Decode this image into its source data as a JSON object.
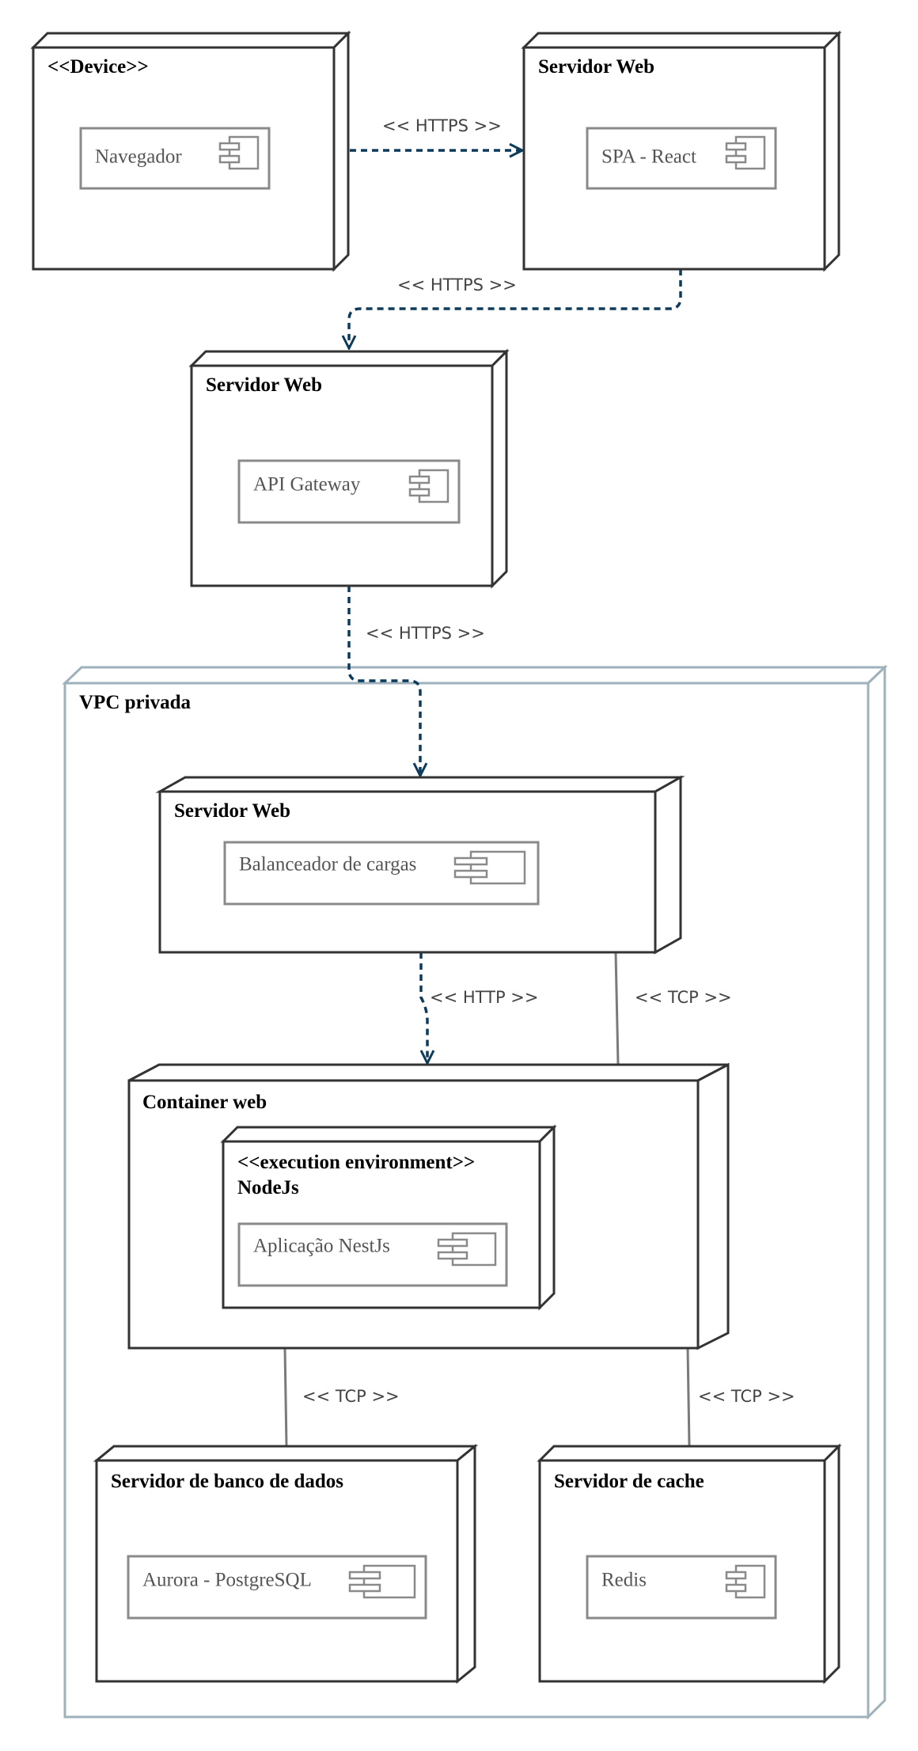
{
  "colors": {
    "node_stroke": "#333333",
    "vpc_stroke": "#9fb2bb",
    "component_stroke": "#8a8a8a",
    "https_edge": "#0d3b5c",
    "tcp_edge": "#7a7a7a"
  },
  "diagram": {
    "nodes": {
      "device": {
        "title": "<<Device>>",
        "component": "Navegador"
      },
      "web_spa": {
        "title": "Servidor Web",
        "component": "SPA  - React"
      },
      "web_api": {
        "title": "Servidor Web",
        "component": "API Gateway"
      },
      "vpc": {
        "title": "VPC privada"
      },
      "web_lb": {
        "title": "Servidor Web",
        "component": "Balanceador de cargas"
      },
      "container": {
        "title": "Container web"
      },
      "nodejs": {
        "title_line1": "<<execution environment>>",
        "title_line2": "NodeJs",
        "component": "Aplicação NestJs"
      },
      "db": {
        "title": "Servidor de banco de dados",
        "component": "Aurora - PostgreSQL"
      },
      "cache": {
        "title": "Servidor de cache",
        "component": "Redis"
      }
    },
    "edges": {
      "device_to_spa": "<< HTTPS >>",
      "spa_to_api": "<< HTTPS >>",
      "api_to_lb": "<< HTTPS >>",
      "lb_to_container": "<< HTTP >>",
      "lb_to_container_tcp": "<< TCP >>",
      "container_to_db": "<< TCP >>",
      "container_to_cache": "<< TCP >>"
    }
  }
}
